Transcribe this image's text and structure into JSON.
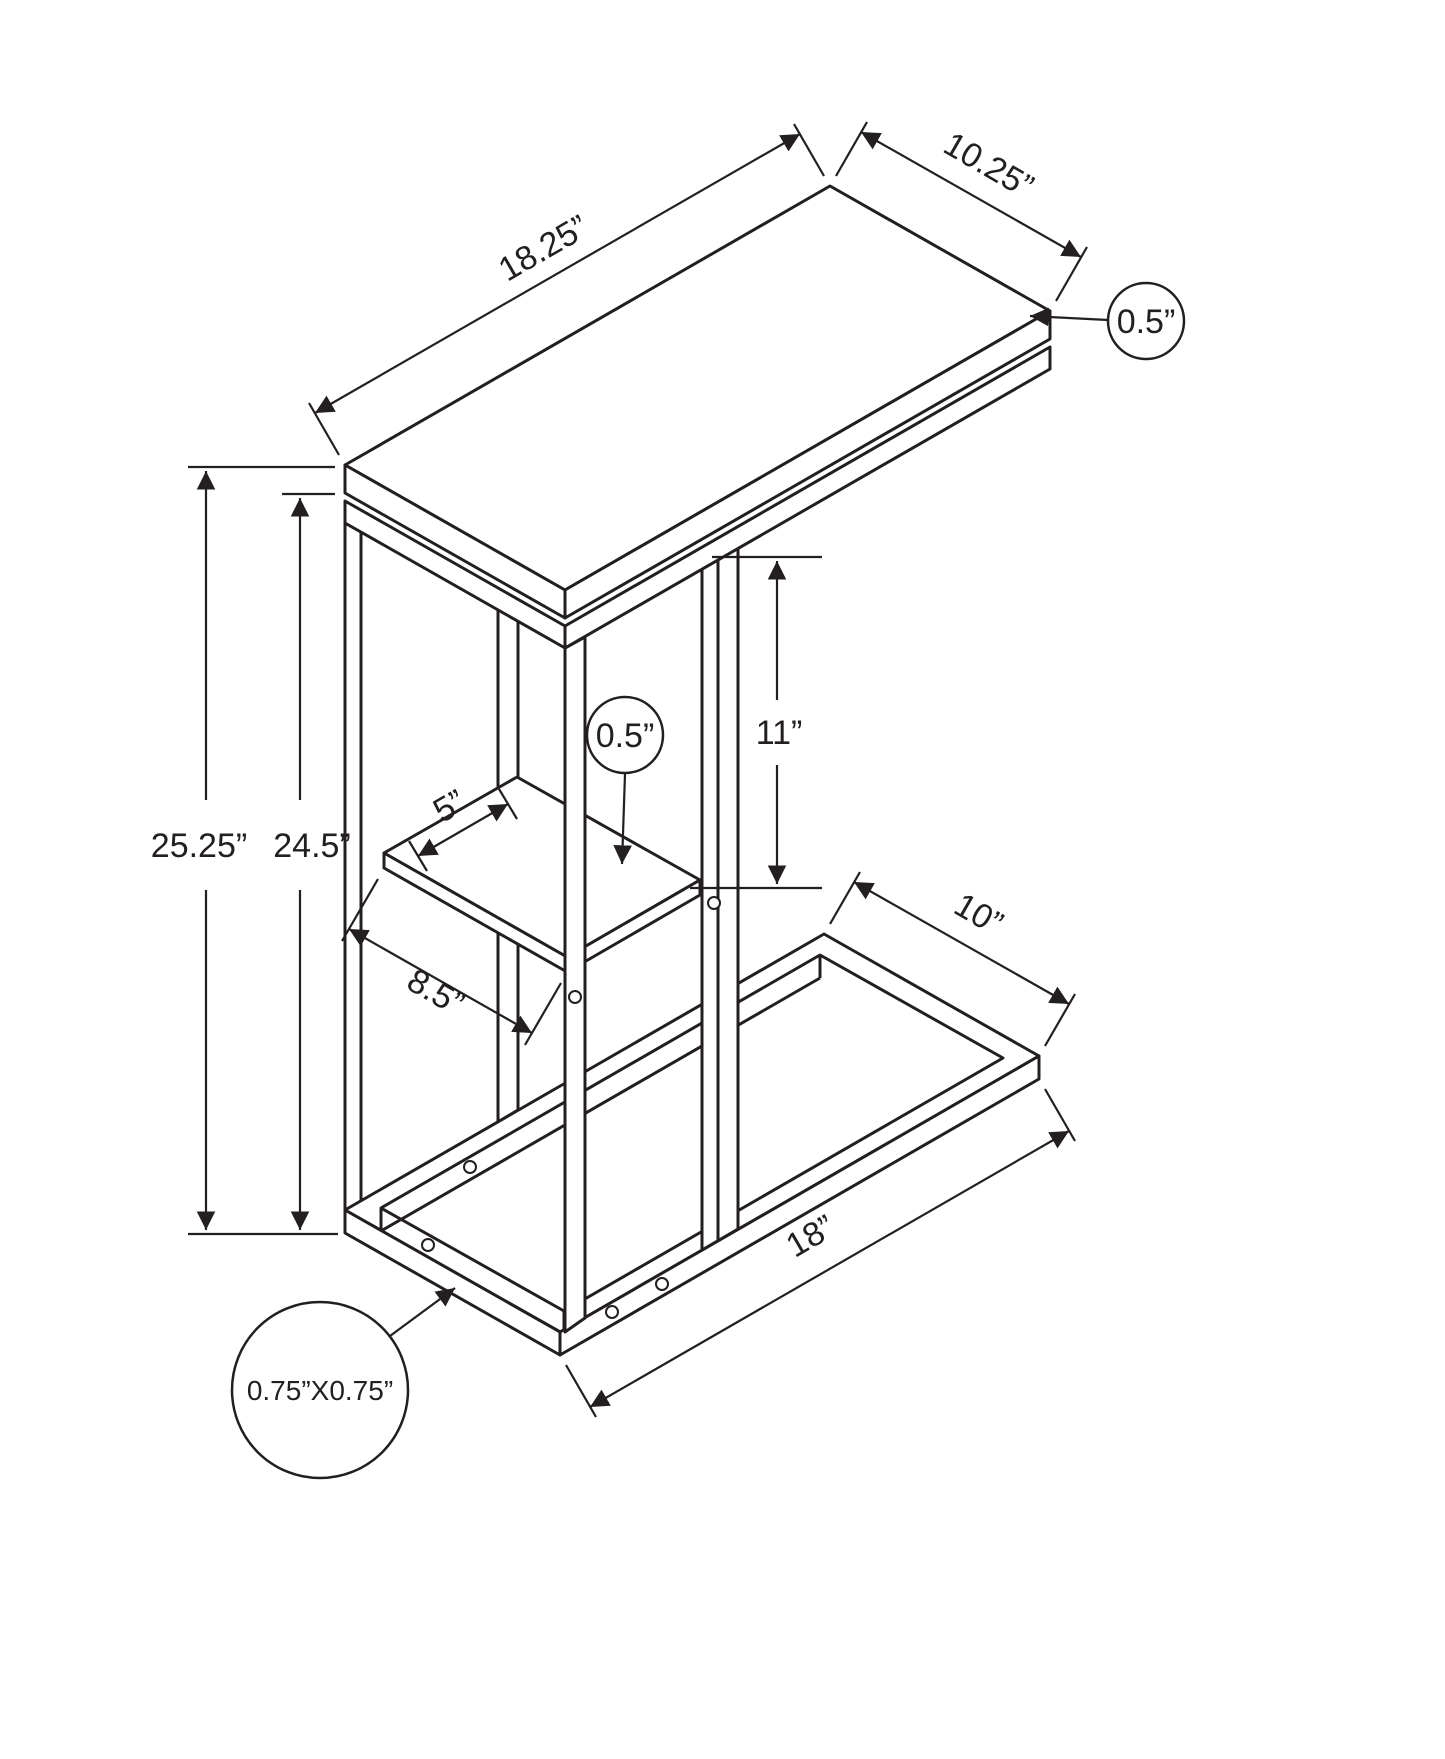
{
  "page": {
    "background": "#ffffff",
    "line_color": "#231f20"
  },
  "diagram": {
    "type": "furniture-dimension-drawing",
    "subject": "c-shape-accent-table",
    "labels": {
      "top_length": "18.25”",
      "top_depth": "10.25”",
      "top_thickness": "0.5”",
      "overall_height": "25.25”",
      "frame_height": "24.5”",
      "top_to_shelf": "11”",
      "shelf_thickness": "0.5”",
      "shelf_width": "5”",
      "shelf_depth": "8.5”",
      "base_depth": "10”",
      "base_length": "18”",
      "tube_size": "0.75”X0.75”"
    }
  }
}
